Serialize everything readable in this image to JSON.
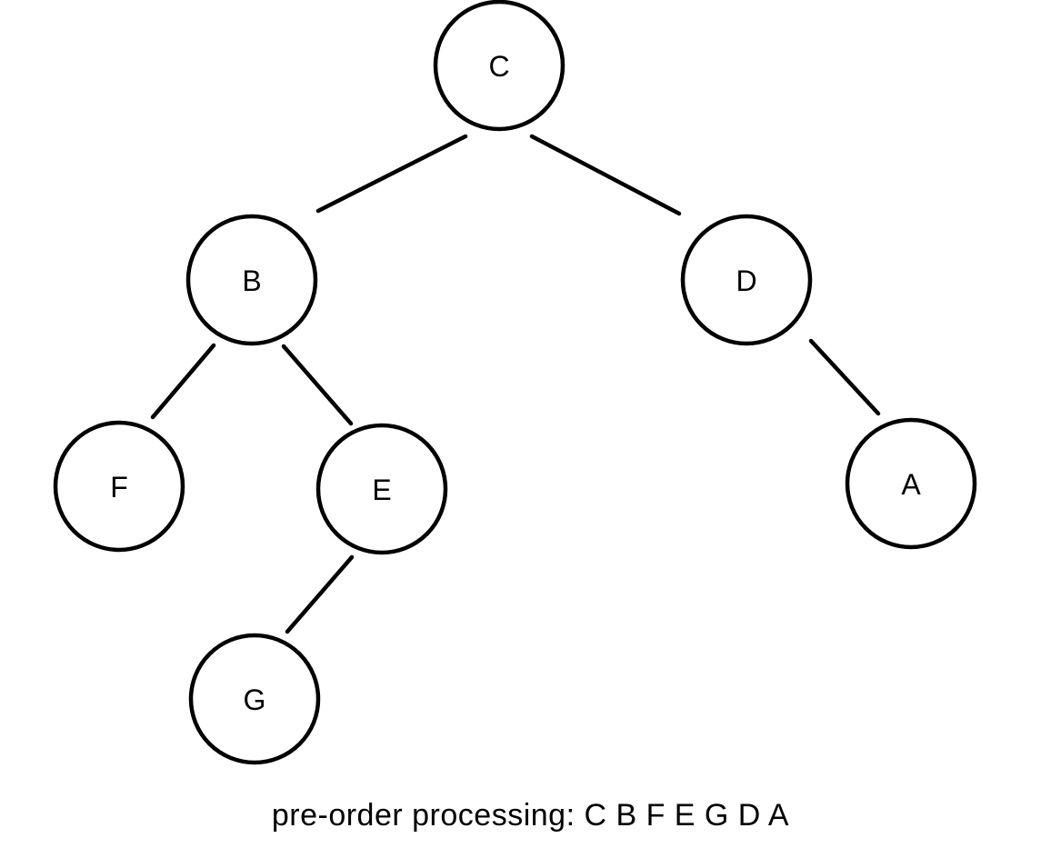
{
  "diagram": {
    "type": "binary-tree",
    "caption": "pre-order processing: C B F E G D A",
    "traversal": {
      "kind": "pre-order",
      "sequence": [
        "C",
        "B",
        "F",
        "E",
        "G",
        "D",
        "A"
      ]
    },
    "nodes": [
      {
        "id": "C",
        "label": "C",
        "parent": null,
        "side": "root"
      },
      {
        "id": "B",
        "label": "B",
        "parent": "C",
        "side": "left"
      },
      {
        "id": "D",
        "label": "D",
        "parent": "C",
        "side": "right"
      },
      {
        "id": "F",
        "label": "F",
        "parent": "B",
        "side": "left"
      },
      {
        "id": "E",
        "label": "E",
        "parent": "B",
        "side": "right"
      },
      {
        "id": "A",
        "label": "A",
        "parent": "D",
        "side": "right"
      },
      {
        "id": "G",
        "label": "G",
        "parent": "E",
        "side": "left"
      }
    ],
    "edges": [
      [
        "C",
        "B"
      ],
      [
        "C",
        "D"
      ],
      [
        "B",
        "F"
      ],
      [
        "B",
        "E"
      ],
      [
        "D",
        "A"
      ],
      [
        "E",
        "G"
      ]
    ],
    "colors": {
      "stroke": "#000000",
      "node_fill": "#ffffff",
      "text": "#000000",
      "background": "#ffffff"
    }
  }
}
